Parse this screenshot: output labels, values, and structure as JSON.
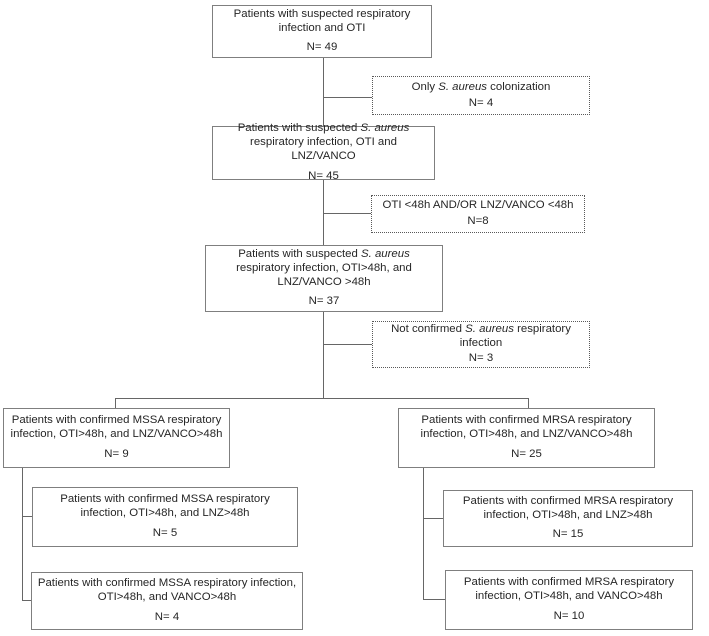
{
  "diagram": {
    "kind": "patient-flow-chart",
    "colors": {
      "background": "#ffffff",
      "solid_box_border": "#7f7f7f",
      "excluded_box_border": "#595959",
      "connector_line": "#666666",
      "text": "#262626"
    }
  },
  "nodes": {
    "suspected_oti": {
      "text": {
        "pre": "Patients with suspected respiratory infection and OTI",
        "italic": "",
        "post": ""
      },
      "n": "N= 49",
      "style": "solid"
    },
    "colonization_only": {
      "text": {
        "pre": "Only ",
        "italic": "S. aureus",
        "post": " colonization"
      },
      "n": "N= 4",
      "style": "dashed"
    },
    "suspected_lnz_vanco": {
      "text": {
        "pre": "Patients with suspected ",
        "italic": "S. aureus",
        "post": " respiratory infection, OTI and LNZ/VANCO"
      },
      "n": "N= 45",
      "style": "solid"
    },
    "short_treatment_excluded": {
      "text": {
        "pre": "OTI <48h AND/OR LNZ/VANCO <48h",
        "italic": "",
        "post": ""
      },
      "n": "N=8",
      "style": "dashed"
    },
    "suspected_over48h": {
      "text": {
        "pre": "Patients with suspected ",
        "italic": "S. aureus",
        "post": " respiratory infection, OTI>48h, and LNZ/VANCO >48h"
      },
      "n": "N= 37",
      "style": "solid"
    },
    "not_confirmed": {
      "text": {
        "pre": "Not confirmed ",
        "italic": "S. aureus",
        "post": " respiratory infection"
      },
      "n": "N= 3",
      "style": "dashed"
    },
    "mssa_main": {
      "text": {
        "pre": "Patients with confirmed MSSA respiratory infection, OTI>48h, and LNZ/VANCO>48h",
        "italic": "",
        "post": ""
      },
      "n": "N= 9",
      "style": "solid"
    },
    "mrsa_main": {
      "text": {
        "pre": "Patients with confirmed MRSA respiratory infection, OTI>48h, and LNZ/VANCO>48h",
        "italic": "",
        "post": ""
      },
      "n": "N= 25",
      "style": "solid"
    },
    "mssa_lnz": {
      "text": {
        "pre": "Patients with confirmed MSSA respiratory infection, OTI>48h, and LNZ>48h",
        "italic": "",
        "post": ""
      },
      "n": "N= 5",
      "style": "solid"
    },
    "mssa_vanco": {
      "text": {
        "pre": "Patients with confirmed MSSA respiratory infection, OTI>48h, and VANCO>48h",
        "italic": "",
        "post": ""
      },
      "n": "N= 4",
      "style": "solid"
    },
    "mrsa_lnz": {
      "text": {
        "pre": "Patients with confirmed MRSA respiratory infection, OTI>48h, and LNZ>48h",
        "italic": "",
        "post": ""
      },
      "n": "N= 15",
      "style": "solid"
    },
    "mrsa_vanco": {
      "text": {
        "pre": "Patients with confirmed MRSA respiratory infection, OTI>48h, and VANCO>48h",
        "italic": "",
        "post": ""
      },
      "n": "N= 10",
      "style": "solid"
    }
  }
}
